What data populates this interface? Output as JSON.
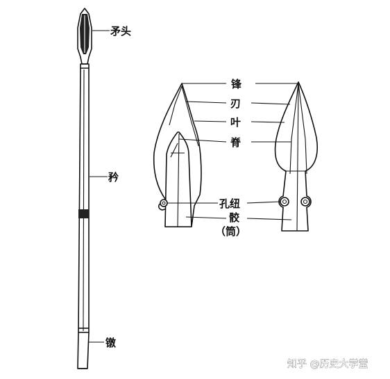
{
  "labels": {
    "spear_head": "矛头",
    "shaft": "矜",
    "butt": "镦",
    "tip": "锋",
    "edge": "刃",
    "blade": "叶",
    "ridge": "脊",
    "lug_hole": "孔纽",
    "socket": "骹",
    "socket_alt": "（筒）"
  },
  "watermark": "知乎 @历史大学堂"
}
